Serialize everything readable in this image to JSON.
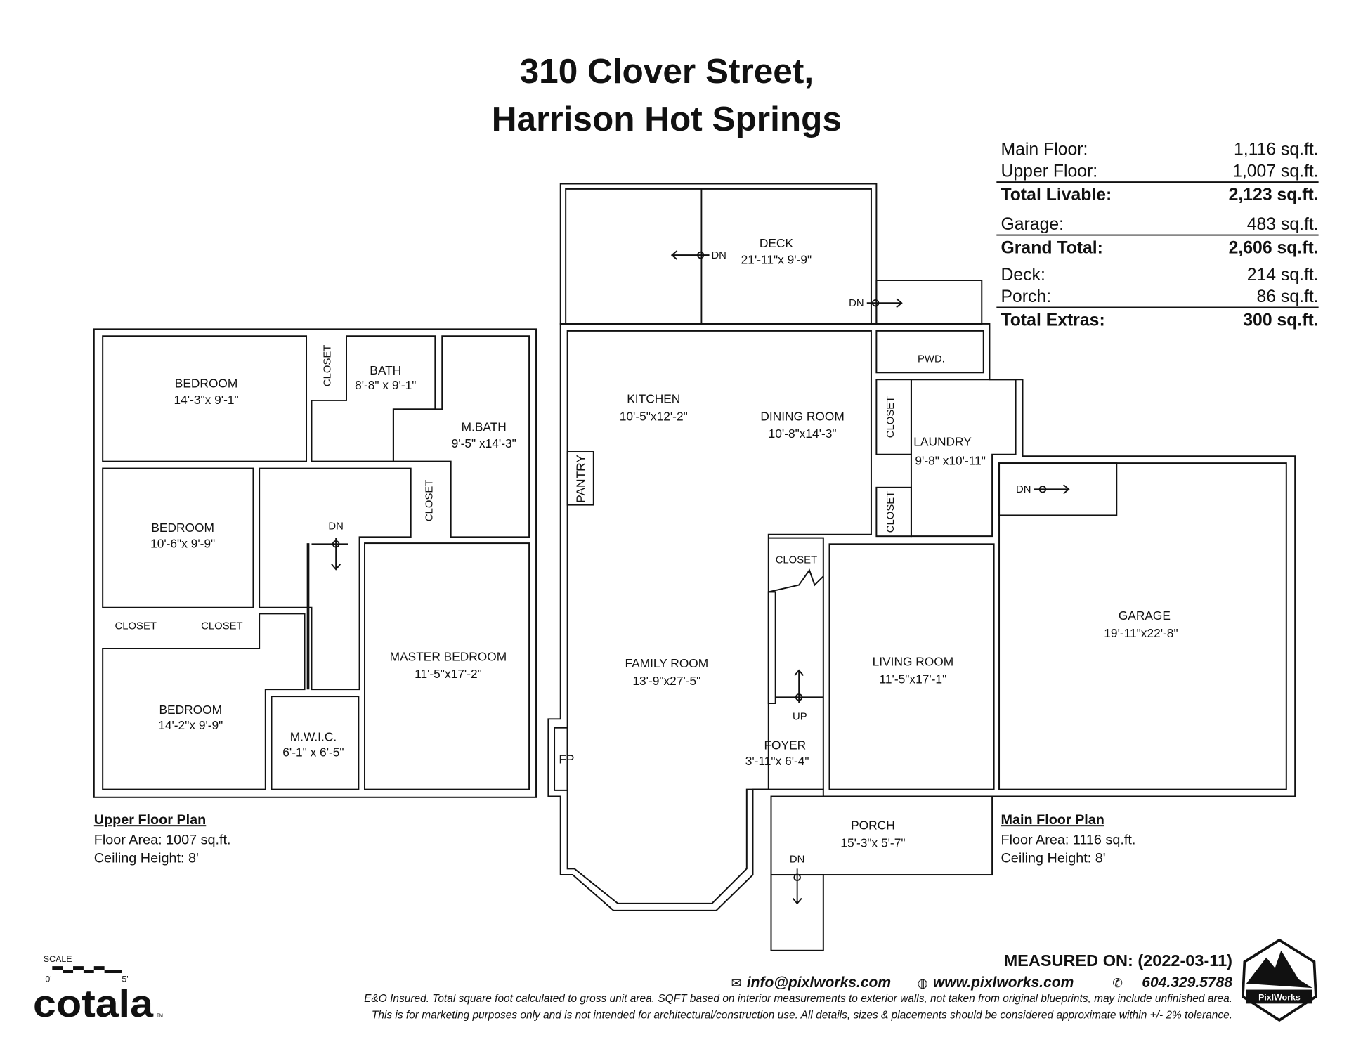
{
  "title": {
    "line1": "310 Clover Street,",
    "line2": "Harrison Hot Springs"
  },
  "area_summary": [
    {
      "label": "Main Floor:",
      "value": "1,116 sq.ft.",
      "bold": false
    },
    {
      "label": "Upper Floor:",
      "value": "1,007 sq.ft.",
      "bold": false
    },
    {
      "label": "Total Livable:",
      "value": "2,123 sq.ft.",
      "bold": true
    },
    {
      "label": "Garage:",
      "value": "483 sq.ft.",
      "bold": false
    },
    {
      "label": "Grand Total:",
      "value": "2,606 sq.ft.",
      "bold": true
    },
    {
      "label": "Deck:",
      "value": "214 sq.ft.",
      "bold": false
    },
    {
      "label": "Porch:",
      "value": "86 sq.ft.",
      "bold": false
    },
    {
      "label": "Total Extras:",
      "value": "300 sq.ft.",
      "bold": true
    }
  ],
  "upper_floor": {
    "rooms": [
      {
        "name": "BEDROOM",
        "dims": "14'-3\"x 9'-1\""
      },
      {
        "name": "BATH",
        "dims": "8'-8\" x 9'-1\""
      },
      {
        "name": "M.BATH",
        "dims": "9'-5\" x14'-3\""
      },
      {
        "name": "BEDROOM",
        "dims": "10'-6\"x 9'-9\""
      },
      {
        "name": "BEDROOM",
        "dims": "14'-2\"x 9'-9\""
      },
      {
        "name": "M.W.I.C.",
        "dims": "6'-1\" x 6'-5\""
      },
      {
        "name": "MASTER BEDROOM",
        "dims": "11'-5\"x17'-2\""
      }
    ],
    "labels": {
      "closet": "CLOSET",
      "dn": "DN"
    },
    "legend": {
      "title": "Upper Floor Plan",
      "area": "Floor Area: 1007 sq.ft.",
      "ceiling": "Ceiling Height: 8'"
    }
  },
  "main_floor": {
    "rooms": [
      {
        "name": "DECK",
        "dims": "21'-11\"x 9'-9\""
      },
      {
        "name": "KITCHEN",
        "dims": "10'-5\"x12'-2\""
      },
      {
        "name": "DINING ROOM",
        "dims": "10'-8\"x14'-3\""
      },
      {
        "name": "LAUNDRY",
        "dims": "9'-8\" x10'-11\""
      },
      {
        "name": "FAMILY ROOM",
        "dims": "13'-9\"x27'-5\""
      },
      {
        "name": "LIVING ROOM",
        "dims": "11'-5\"x17'-1\""
      },
      {
        "name": "FOYER",
        "dims": "3'-11\"x 6'-4\""
      },
      {
        "name": "GARAGE",
        "dims": "19'-11\"x22'-8\""
      },
      {
        "name": "PORCH",
        "dims": "15'-3\"x 5'-7\""
      }
    ],
    "labels": {
      "pwd": "PWD.",
      "pantry": "PANTRY",
      "closet": "CLOSET",
      "fp": "FP",
      "dn": "DN",
      "up": "UP"
    },
    "legend": {
      "title": "Main Floor Plan",
      "area": "Floor Area: 1116 sq.ft.",
      "ceiling": "Ceiling Height: 8'"
    }
  },
  "scale": {
    "label": "SCALE",
    "start": "0'",
    "end": "5'"
  },
  "brand": {
    "cotala": "cotala",
    "tm": "TM",
    "pixlworks": "PixlWorks"
  },
  "footer": {
    "measured": "MEASURED ON: (2022-03-11)",
    "email": "info@pixlworks.com",
    "website": "www.pixlworks.com",
    "phone": "604.329.5788",
    "disclaimer1": "E&O Insured.  Total square foot calculated to gross unit area. SQFT based on interior measurements to exterior walls, not taken from original blueprints, may include unfinished area.",
    "disclaimer2": "This is for marketing purposes only and is not intended for architectural/construction use.  All details, sizes & placements should be considered approximate within +/- 2%  tolerance."
  }
}
